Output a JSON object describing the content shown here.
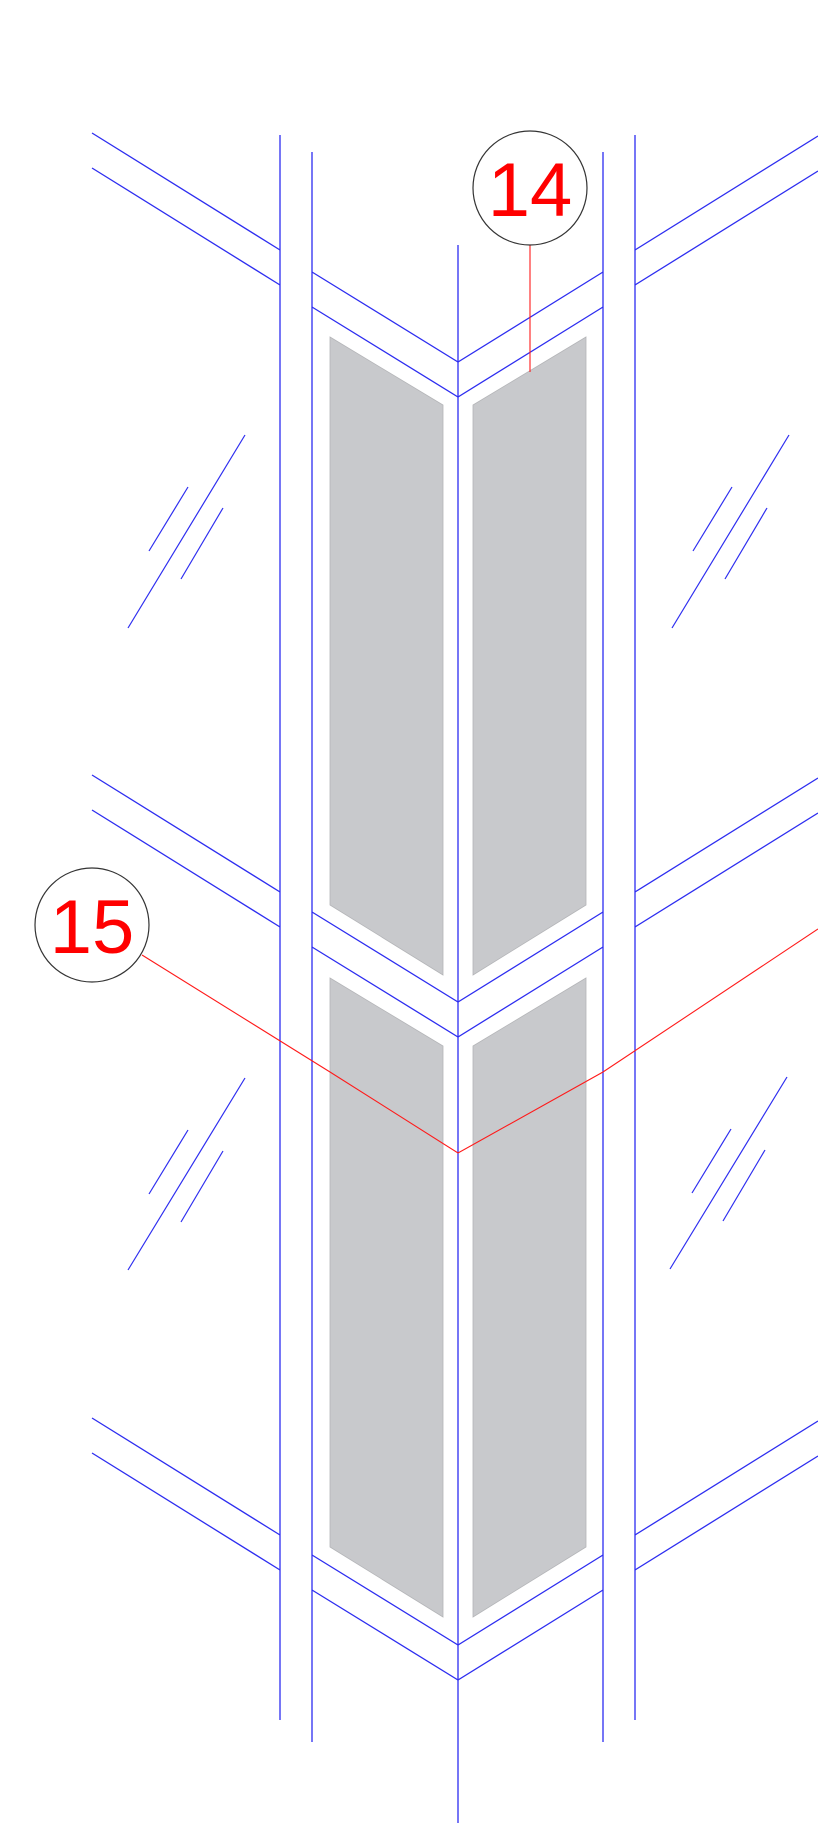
{
  "callouts": [
    {
      "id": "c14",
      "label": "14"
    },
    {
      "id": "c15",
      "label": "15"
    }
  ],
  "colors": {
    "frame_lines": "#2d2df0",
    "panel_fill": "#c8c9cc",
    "leader_lines": "#ff1a1a",
    "callout_text": "#ff0000",
    "bubble_stroke": "#333333"
  }
}
